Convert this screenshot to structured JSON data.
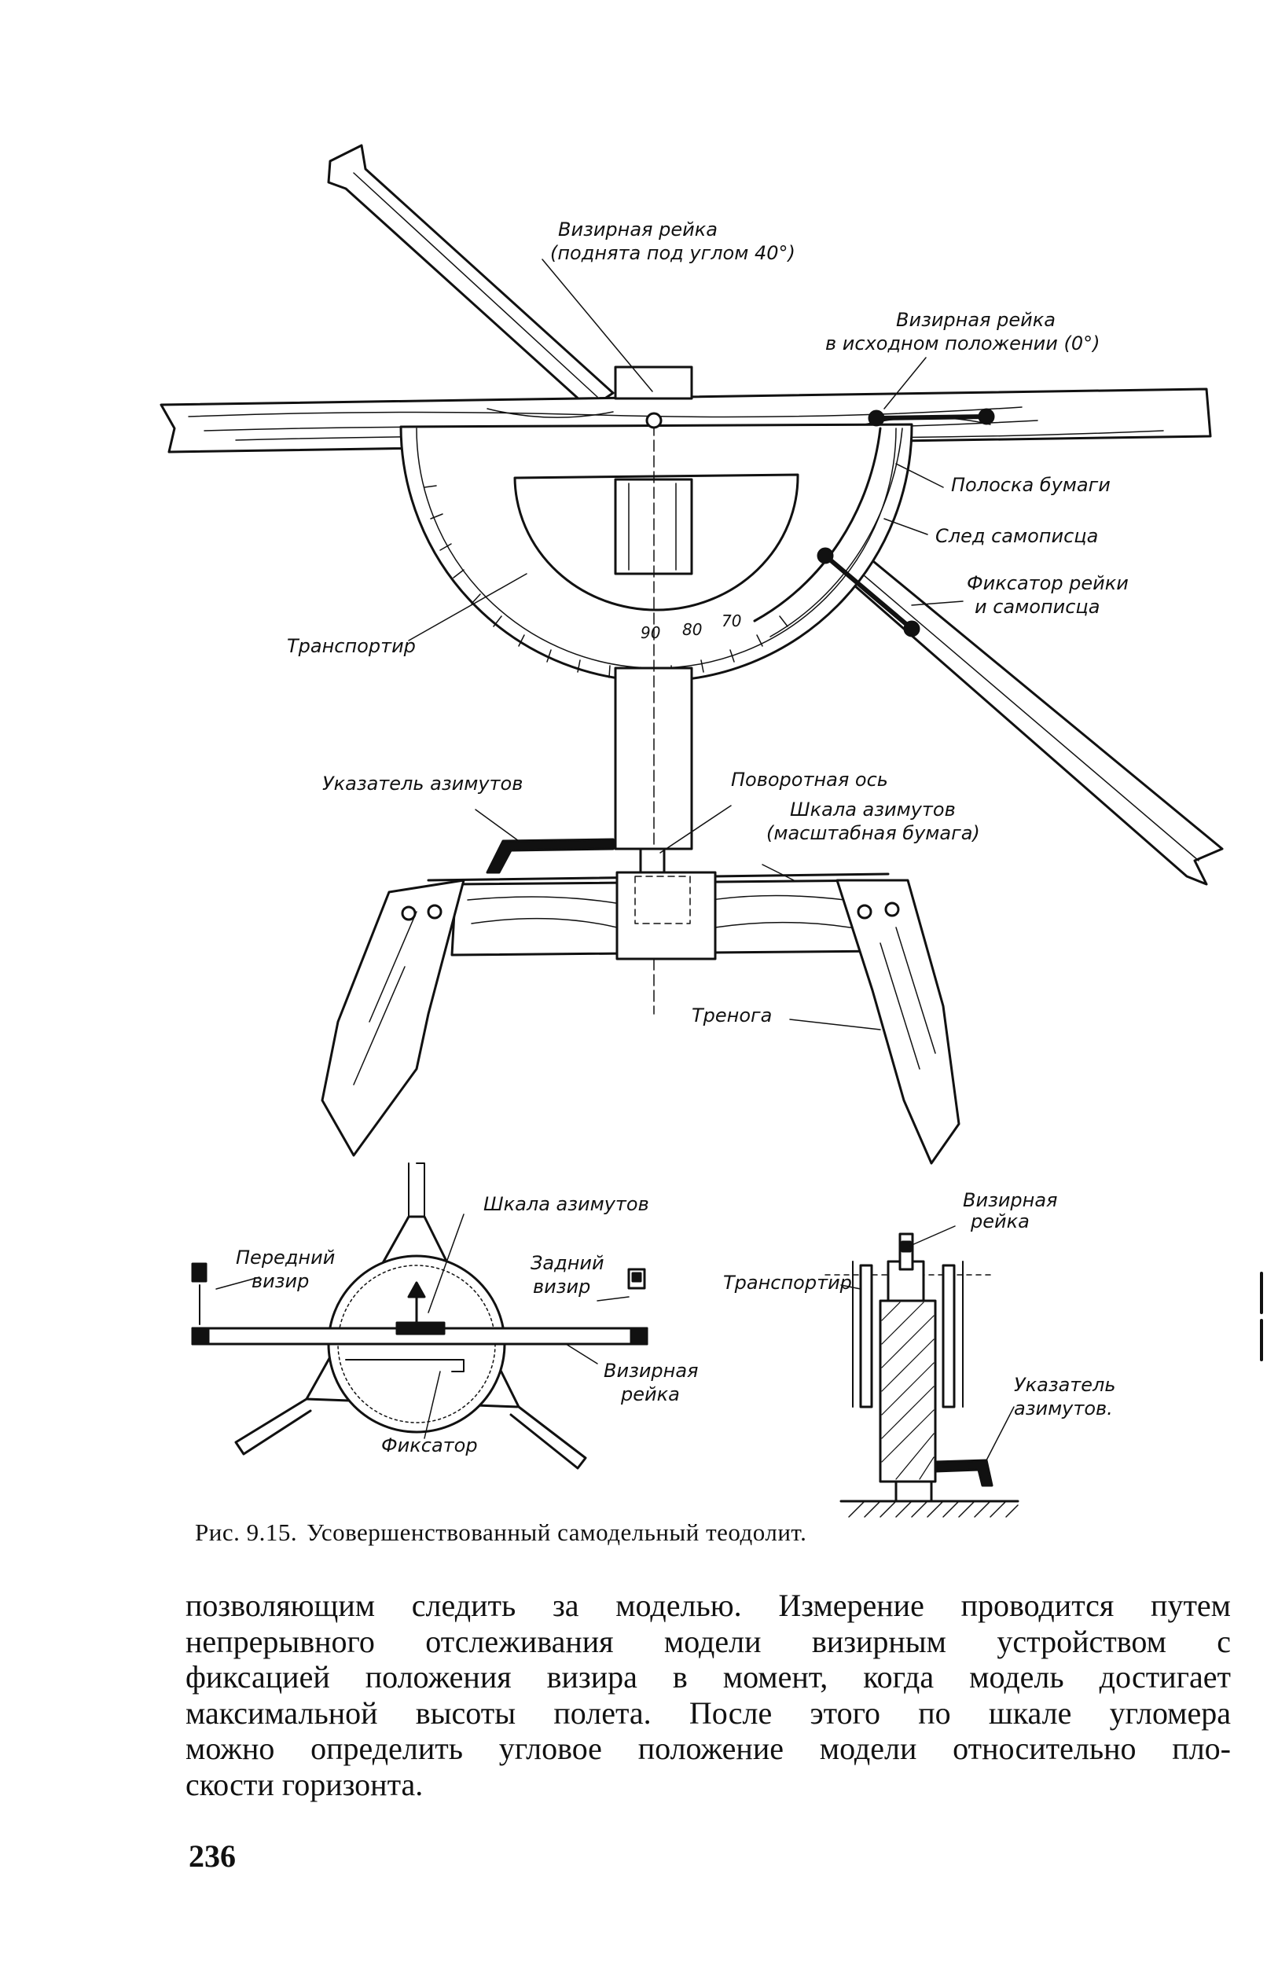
{
  "figure": {
    "labels": {
      "rail_raised": "Визирная рейка",
      "rail_raised_note": "(поднята под углом 40°)",
      "rail_initial_1": "Визирная рейка",
      "rail_initial_2": "в исходном положении (0°)",
      "paper_strip": "Полоска бумаги",
      "recorder_trace": "След самописца",
      "clamp_1": "Фиксатор рейки",
      "clamp_2": "и самописца",
      "protractor": "Транспортир",
      "azimuth_pointer": "Указатель азимутов",
      "pivot_axis": "Поворотная ось",
      "azimuth_scale_1": "Шкала азимутов",
      "azimuth_scale_2": "(масштабная бумага)",
      "tripod": "Тренога",
      "scale_90": "90",
      "scale_80": "80",
      "scale_70": "70"
    },
    "plan_view": {
      "azimuth_scale": "Шкала азимутов",
      "front_sight_1": "Передний",
      "front_sight_2": "визир",
      "rear_sight_1": "Задний",
      "rear_sight_2": "визир",
      "sight_rail_1": "Визирная",
      "sight_rail_2": "рейка",
      "clamp": "Фиксатор"
    },
    "section_view": {
      "sight_rail_1": "Визирная",
      "sight_rail_2": "рейка",
      "protractor": "Транспортир",
      "azimuth_pointer_1": "Указатель",
      "azimuth_pointer_2": "азимутов."
    }
  },
  "caption": {
    "number": "Рис. 9.15.",
    "text": "Усовершенствованный самодельный теодолит."
  },
  "body": {
    "lines": [
      "позволяющим следить за моделью. Измерение проводится путем",
      "непрерывного отслеживания модели визирным устройством с",
      "фиксацией положения визира в момент, когда модель достигает",
      "максимальной высоты полета. После этого по шкале угломера",
      "можно определить угловое положение модели относительно пло-",
      "скости горизонта."
    ]
  },
  "page_number": "236"
}
